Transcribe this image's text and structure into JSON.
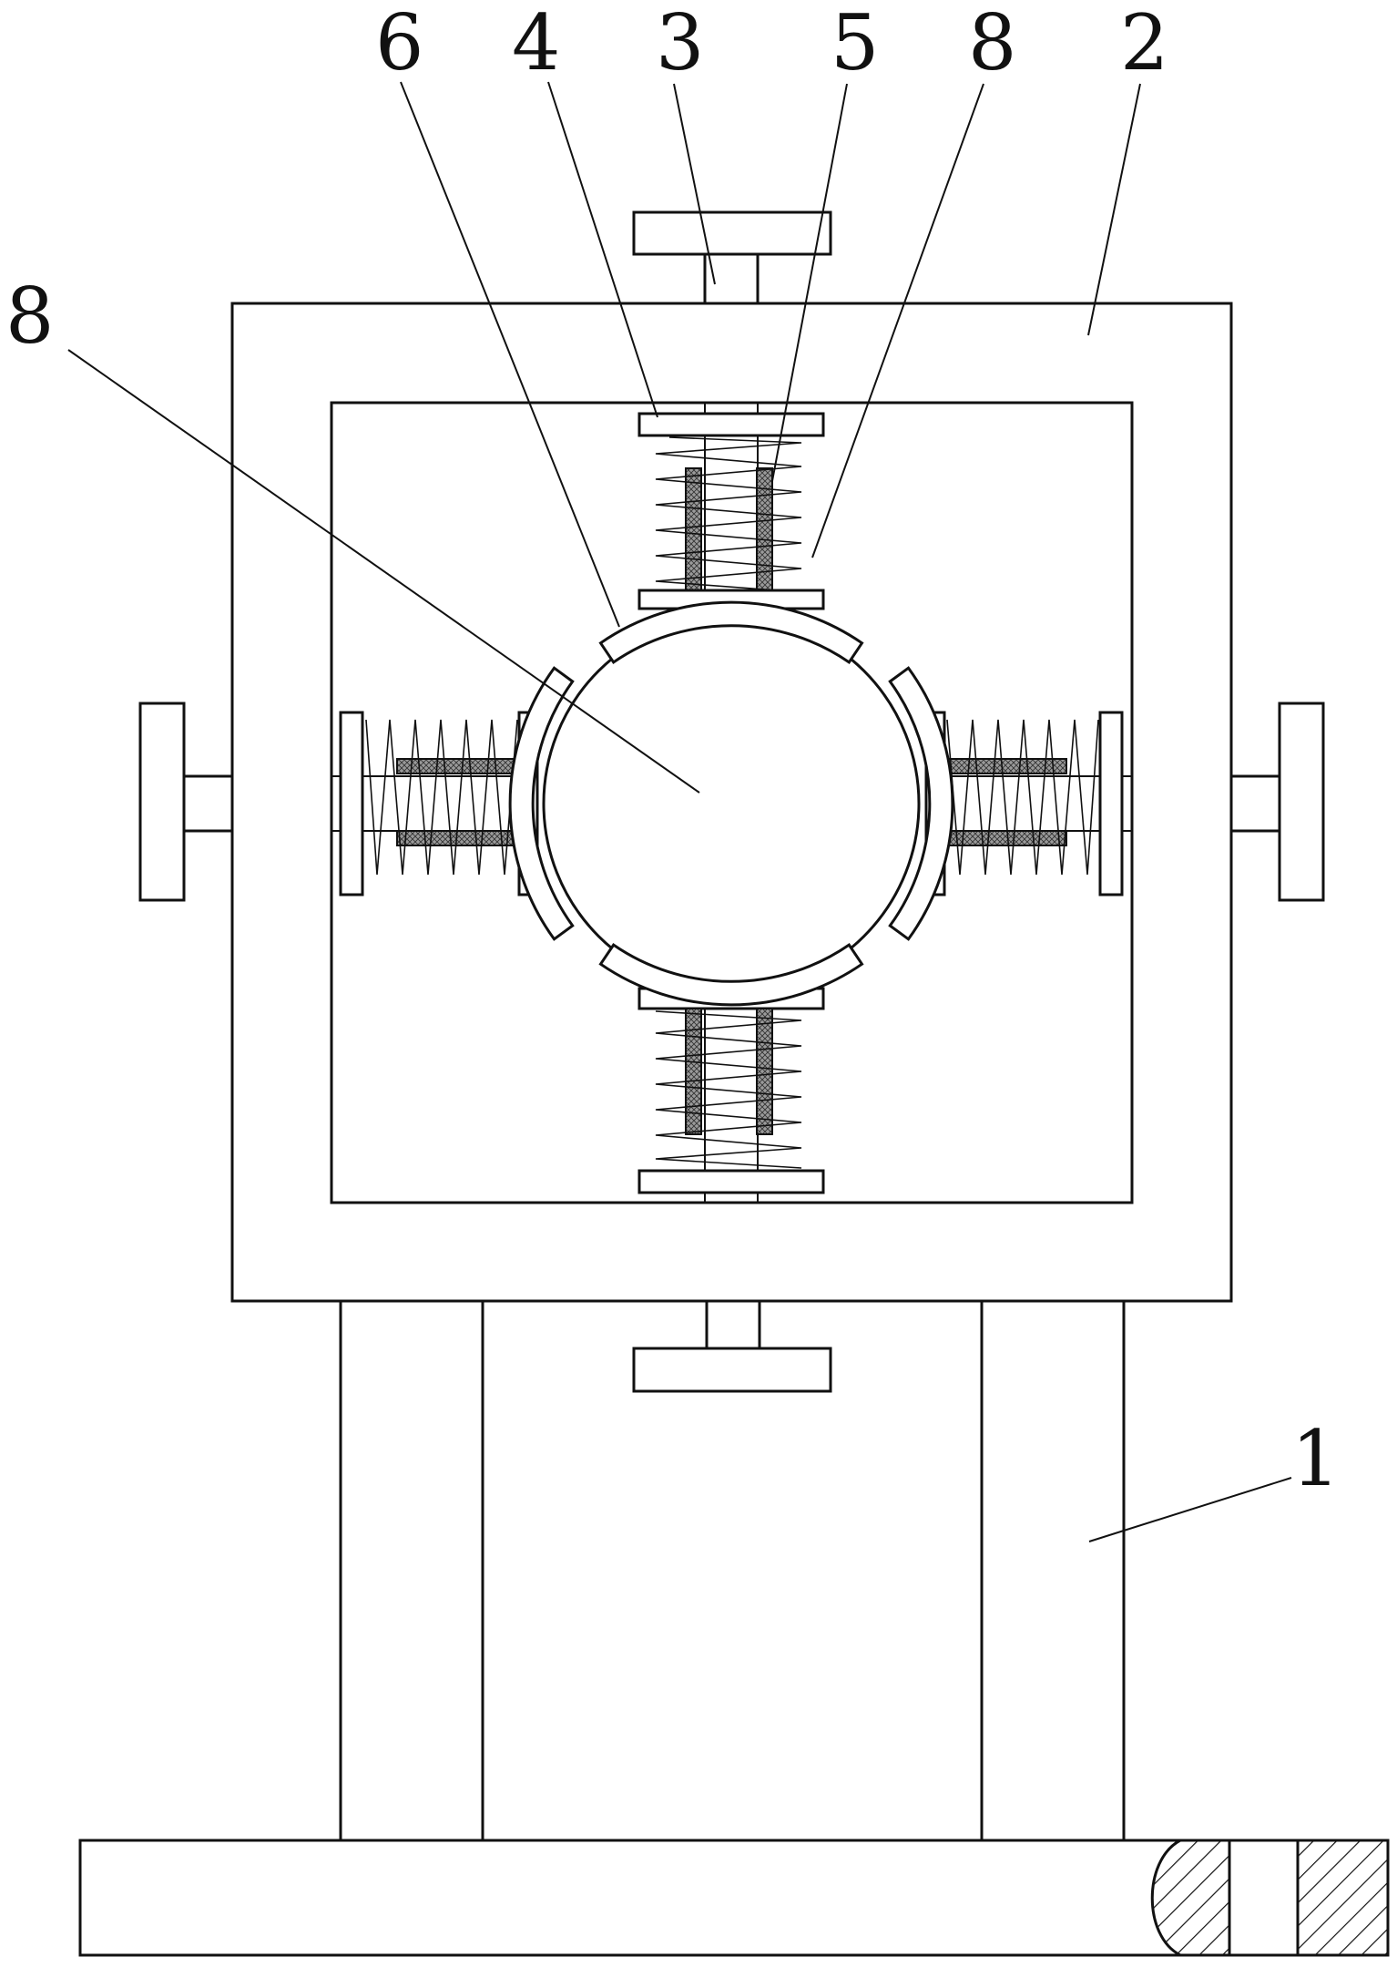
{
  "figure": {
    "callouts": [
      {
        "id": "label-6",
        "text": "6"
      },
      {
        "id": "label-4",
        "text": "4"
      },
      {
        "id": "label-3",
        "text": "3"
      },
      {
        "id": "label-5",
        "text": "5"
      },
      {
        "id": "label-8-top",
        "text": "8"
      },
      {
        "id": "label-2",
        "text": "2"
      },
      {
        "id": "label-8-left",
        "text": "8"
      },
      {
        "id": "label-1",
        "text": "1"
      }
    ]
  },
  "colors": {
    "stroke": "#111111",
    "background": "#ffffff",
    "guide_rod_fill": "#8a8a8a"
  }
}
